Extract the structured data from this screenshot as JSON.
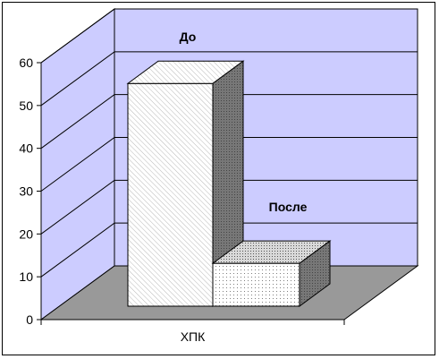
{
  "chart_data": {
    "type": "bar",
    "categories": [
      "ХПК"
    ],
    "series": [
      {
        "name": "До",
        "values": [
          52
        ]
      },
      {
        "name": "После",
        "values": [
          10
        ]
      }
    ],
    "ylim": [
      0,
      60
    ],
    "yticks": [
      0,
      10,
      20,
      30,
      40,
      50,
      60
    ],
    "grid": true,
    "colors": {
      "back_wall": "#ccccff",
      "floor": "#999999",
      "bar_front": "#ffffff",
      "bar_top": "#cccccc",
      "bar_side": "#808080"
    }
  }
}
